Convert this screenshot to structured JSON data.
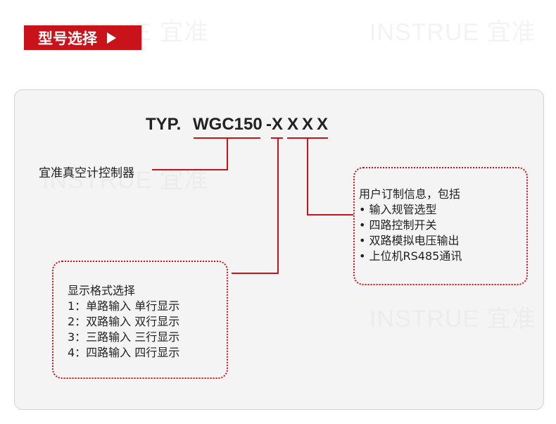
{
  "watermark": "INSTRUE 宜准",
  "header": {
    "title": "型号选择"
  },
  "model": {
    "prefix": "TYP.",
    "name": "WGC150",
    "dash": "-X",
    "x2": "X",
    "x3": "X",
    "x4": "X"
  },
  "product_label": "宜准真空计控制器",
  "display_box": {
    "title": "显示格式选择",
    "items": [
      "1：单路输入 单行显示",
      "2：双路输入 双行显示",
      "3：三路输入 三行显示",
      "4：四路输入 四行显示"
    ]
  },
  "custom_box": {
    "title": "用户订制信息，包括",
    "items": [
      "• 输入规管选型",
      "• 四路控制开关",
      "• 双路模拟电压输出",
      "• 上位机RS485通讯"
    ]
  },
  "colors": {
    "accent": "#c8131b",
    "panel_bg": "#f4f4f4"
  }
}
